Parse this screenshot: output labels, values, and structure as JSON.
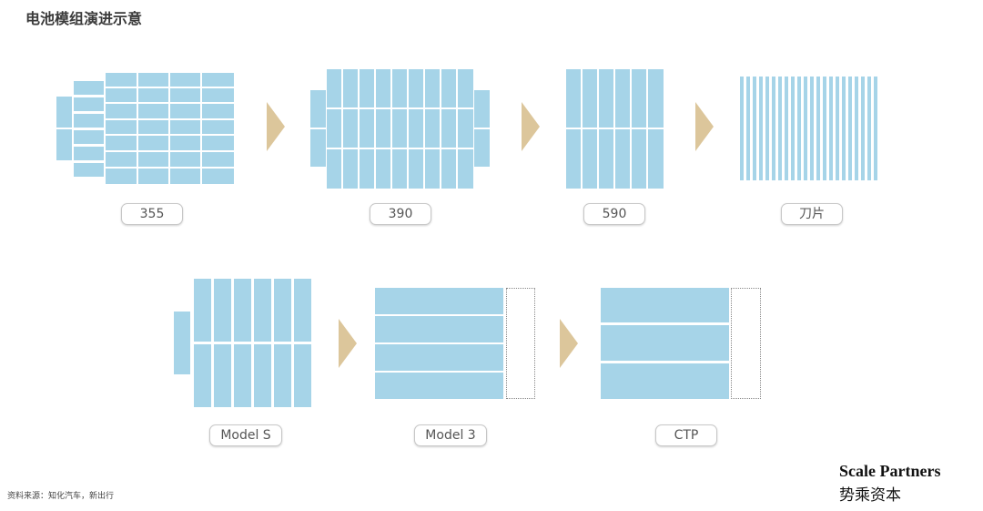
{
  "title": "电池模组演进示意",
  "labels": {
    "m355": "355",
    "m390": "390",
    "m590": "590",
    "blade": "刀片",
    "model_s": "Model S",
    "model_3": "Model 3",
    "ctp": "CTP"
  },
  "source": "资料来源：知化汽车，新出行",
  "brand": {
    "en": "Scale Partners",
    "cn": "势乘资本"
  },
  "colors": {
    "cell": "#a6d4e8",
    "arrow": "#dcc69b"
  }
}
